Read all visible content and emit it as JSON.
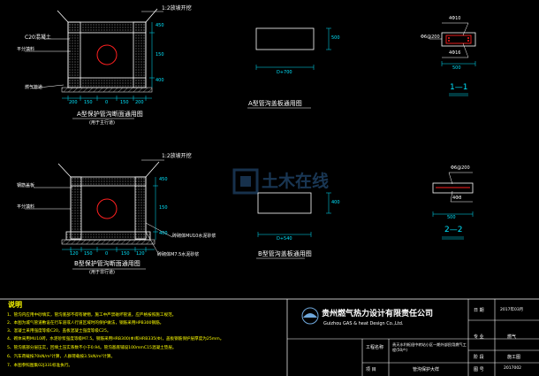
{
  "drawing": {
    "section_a": {
      "slope_label": "1:2放坡开挖",
      "c20_label": "C20混凝土",
      "bedding_label": "平分填料",
      "pipe_label": "燃气管道",
      "dims_left": [
        "450",
        "150",
        "400"
      ],
      "dims_bottom": [
        "200",
        "150",
        "0",
        "150",
        "200"
      ],
      "title": "A型保护管沟断面通用图",
      "subtitle": "(用于主行道)"
    },
    "section_b": {
      "slope_label": "1:2放坡开挖",
      "cover_label": "钢筋盖板",
      "bedding_label": "平分填料",
      "wall_label_1": "砖砌体MU10水泥砂浆",
      "wall_label_2": "砖砌体M7.5水泥砂浆",
      "dims_left": [
        "450",
        "150",
        "400"
      ],
      "dims_bottom": [
        "120",
        "150",
        "0",
        "150",
        "120"
      ],
      "title": "B型保护管沟断面通用图",
      "subtitle": "(用于非行道)"
    },
    "plan_a": {
      "dim_right": "500",
      "dim_bottom": "D+700",
      "title": "A型管沟盖板通用图"
    },
    "plan_b": {
      "dim_right": "400",
      "dim_bottom": "D+540",
      "title": "B型管沟盖板通用图"
    },
    "detail_1": {
      "labels": [
        "4Φ10",
        "Φ6@200",
        "4Φ16"
      ],
      "dim": "500",
      "title": "1—1"
    },
    "detail_2": {
      "labels": [
        "Φ6@200",
        "4Φ8"
      ],
      "dim": "500",
      "title": "2—2"
    },
    "watermark": "土木在线"
  },
  "notes": {
    "heading": "说明",
    "lines": [
      "1、管沟内应用中砂填实，管沟底部不得有硬物，施工中严禁碰坏管道，应严格按照施工规范。",
      "2、本图为城气管道敷设在行车道或人行道区域时的保护做法，钢筋采用HPB300钢筋。",
      "3、混凝土采用强度等级C20，盖板混凝土强度等级C25。",
      "4、砌体采用MU10砖，水泥砂浆强度等级M7.5。钢筋采用HRB300(Φ)和HRB335(Φ)，盖板钢筋保护层厚度为25mm。",
      "5、管沟底部分层压实，回填土压实系数不小于0.94。管沟基底铺设100mmC15混凝土垫层。",
      "6、汽车荷载按70kN/m²计算，人群荷载按3.5kN/m²计算。",
      "7、本图参照图集02J331标准执行。"
    ]
  },
  "title_block": {
    "company_cn": "贵州燃气热力设计有限责任公司",
    "company_en": "Guizhou GAS & heat Design Co.,Ltd.",
    "project_label": "工程名称",
    "project_name": "贵天水利枢纽中转站小区一期外部民用燃气工程(50户)",
    "item_label": "项  目",
    "drawing_name": "管沟保护大样",
    "stage_label": "施工图",
    "major_label": "燃气",
    "date_label": "日  期",
    "date_value": "2017年03月",
    "major_col": "专  业",
    "stage_col": "阶  段",
    "drawing_no_label": "图  号",
    "drawing_no": "2017002"
  },
  "colors": {
    "background": "#000000",
    "line": "#ffffff",
    "accent_red": "#ff2020",
    "dim_cyan": "#00e5ff",
    "text_yellow": "#ffff00",
    "hatch": "#cccccc",
    "watermark": "#2a5a8a"
  }
}
